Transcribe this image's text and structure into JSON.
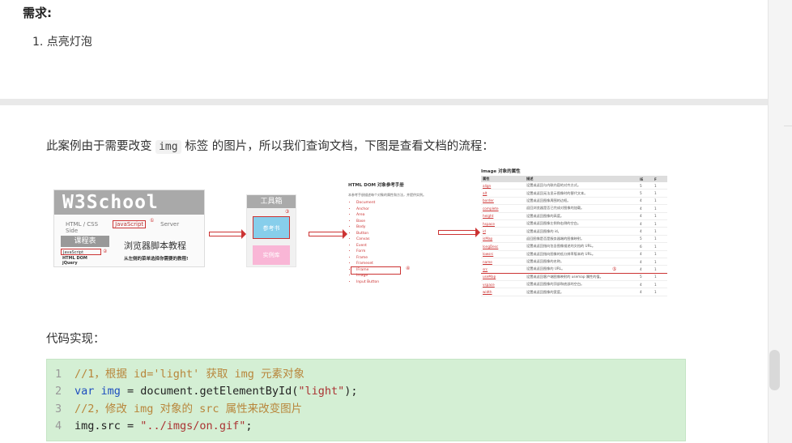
{
  "page": {
    "heading": "需求:",
    "requirements": [
      "1. 点亮灯泡"
    ],
    "intro": {
      "before": "此案例由于需要改变 ",
      "code": "img",
      "after": " 标签 的图片，所以我们查询文档，下图是查看文档的流程："
    },
    "code_heading": "代码实现："
  },
  "figure": {
    "panel1": {
      "logo": "W3School",
      "nav": [
        "HTML / CSS",
        "JavaScript",
        "Server Side"
      ],
      "course": "课程表",
      "title": "浏览器脚本教程",
      "subtitle": "从左侧的菜单选择你需要的教程!",
      "js_item": "JavaScript",
      "list": [
        "HTML DOM",
        "jQuery"
      ],
      "marker1": "①",
      "marker2": "②"
    },
    "panel2": {
      "title": "工具箱",
      "reference": "参考书",
      "examples": "实例库",
      "marker": "③"
    },
    "panel3": {
      "title": "HTML DOM 对象参考手册",
      "desc": "本参考手册描述每个对象的属性和方法，并提供实例。",
      "items": [
        "Document",
        "Anchor",
        "Area",
        "Base",
        "Body",
        "Button",
        "Canvas",
        "Event",
        "Form",
        "Frame",
        "Frameset",
        "IFrame",
        "Image",
        "Input Button"
      ],
      "marker": "④"
    },
    "panel4": {
      "title": "Image 对象的属性",
      "headers": [
        "属性",
        "描述",
        "IE",
        "F"
      ],
      "rows": [
        [
          "align",
          "设置或返回与内联内容的对齐方式。",
          "5",
          "1"
        ],
        [
          "alt",
          "设置或返回无法显示图像时的替代文本。",
          "5",
          "1"
        ],
        [
          "border",
          "设置或返回图像周围的边框。",
          "4",
          "1"
        ],
        [
          "complete",
          "返回浏览器是否已完成对图像的加载。",
          "4",
          "1"
        ],
        [
          "height",
          "设置或返回图像的高度。",
          "4",
          "1"
        ],
        [
          "hspace",
          "设置或返回图像左侧和右侧的空白。",
          "4",
          "1"
        ],
        [
          "id",
          "设置或返回图像的 id。",
          "4",
          "1"
        ],
        [
          "isMap",
          "返回图像是否是服务器端的图像映射。",
          "5",
          "1"
        ],
        [
          "longDesc",
          "设置或返回指向包含图像描述的文档的 URL。",
          "6",
          "1"
        ],
        [
          "lowsrc",
          "设置或返回指向图像的低分辨率版本的 URL。",
          "4",
          "1"
        ],
        [
          "name",
          "设置或返回图像的名称。",
          "4",
          "1"
        ],
        [
          "src",
          "设置或返回图像的 URL。",
          "4",
          "1"
        ],
        [
          "useMap",
          "设置或返回客户端图像映射的 usemap 属性的值。",
          "5",
          "1"
        ],
        [
          "vspace",
          "设置或返回图像的顶部和底部的空白。",
          "4",
          "1"
        ],
        [
          "width",
          "设置或返回图像的宽度。",
          "4",
          "1"
        ]
      ],
      "marker": "⑤"
    }
  },
  "code": {
    "lines": [
      {
        "num": "1",
        "comment": "//1，根据 id='light' 获取 img 元素对象"
      },
      {
        "num": "2",
        "kw": "var",
        "var": " img",
        "mid": " = document.getElementById(",
        "str": "\"light\"",
        "end": ");"
      },
      {
        "num": "3",
        "comment": "//2，修改 img 对象的 src 属性来改变图片"
      },
      {
        "num": "4",
        "pre": "img.src = ",
        "str": "\"../imgs/on.gif\"",
        "end": ";"
      }
    ]
  }
}
